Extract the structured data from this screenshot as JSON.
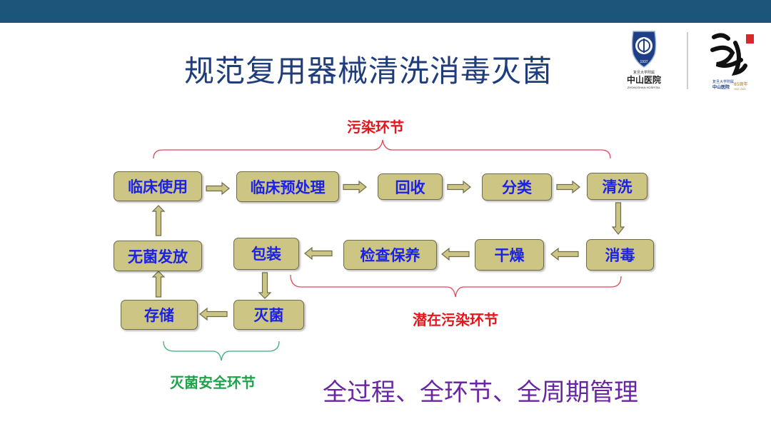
{
  "header": {
    "bar_color": "#1B5579"
  },
  "title": "规范复用器械清洗消毒灭菌",
  "logos": {
    "hospital": {
      "name": "中山医院",
      "subtitle": "复旦大学附属",
      "english": "ZHONGSHAN HOSPITAL",
      "year": "1937"
    },
    "anniversary": {
      "org": "复旦大学附属 中山医院",
      "label": "85周年",
      "years": "1937-2022"
    }
  },
  "flow": {
    "steps": [
      {
        "id": "clinical-use",
        "label": "临床使用"
      },
      {
        "id": "clinical-pretreatment",
        "label": "临床预处理"
      },
      {
        "id": "recovery",
        "label": "回收"
      },
      {
        "id": "sorting",
        "label": "分类"
      },
      {
        "id": "cleaning",
        "label": "清洗"
      },
      {
        "id": "disinfection",
        "label": "消毒"
      },
      {
        "id": "drying",
        "label": "干燥"
      },
      {
        "id": "inspection",
        "label": "检查保养"
      },
      {
        "id": "packaging",
        "label": "包装"
      },
      {
        "id": "sterilization",
        "label": "灭菌"
      },
      {
        "id": "storage",
        "label": "存储"
      },
      {
        "id": "sterile-release",
        "label": "无菌发放"
      }
    ],
    "groups": {
      "contamination": "污染环节",
      "potential_contamination": "潜在污染环节",
      "sterilization_safety": "灭菌安全环节"
    }
  },
  "slogan": "全过程、全环节、全周期管理",
  "colors": {
    "box_fill": "#CDC583",
    "box_border": "#6E6B4B",
    "box_text": "#1B22E6",
    "red": "#E8141B",
    "green": "#1EA34A",
    "purple": "#6A24A6",
    "title": "#1E3D7A"
  }
}
